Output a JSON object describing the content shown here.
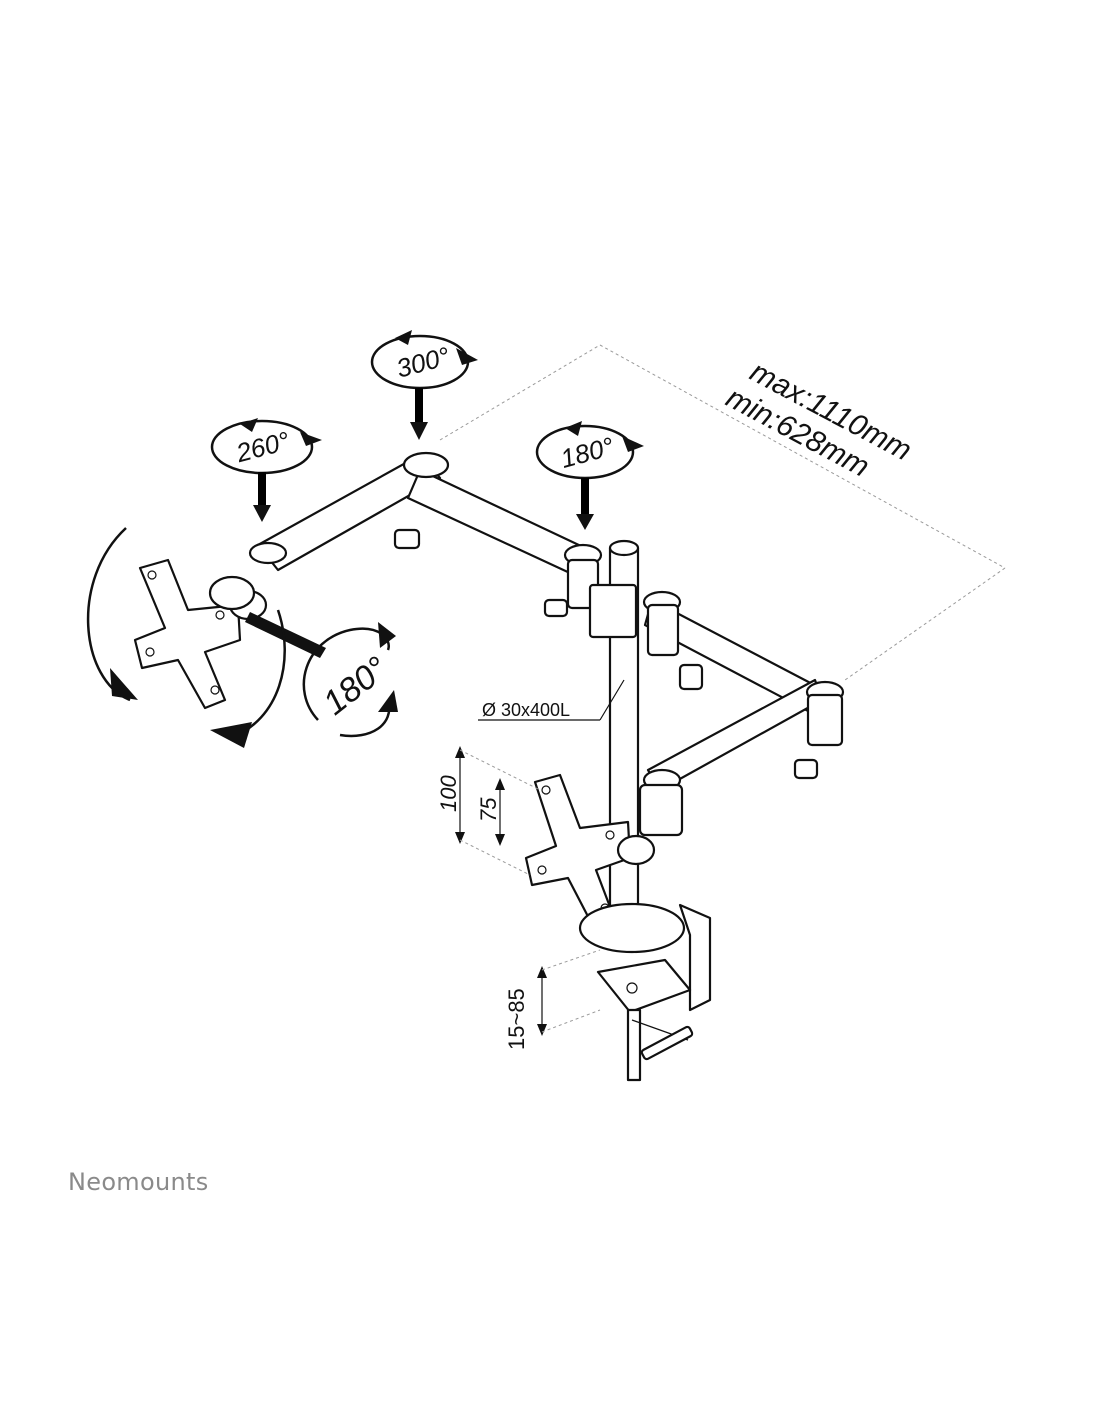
{
  "brand": "Neomounts",
  "labels": {
    "rot_300": "300°",
    "rot_260": "260°",
    "rot_180_top": "180°",
    "rot_180_side": "180°",
    "reach_max": "max:1110mm",
    "reach_min": "min:628mm",
    "pole": "Ø 30x400L",
    "vesa_100": "100",
    "vesa_75": "75",
    "clamp": "15~85"
  },
  "colors": {
    "line": "#111111",
    "brand": "#8a8a8a",
    "guide": "#9a9a9a"
  }
}
